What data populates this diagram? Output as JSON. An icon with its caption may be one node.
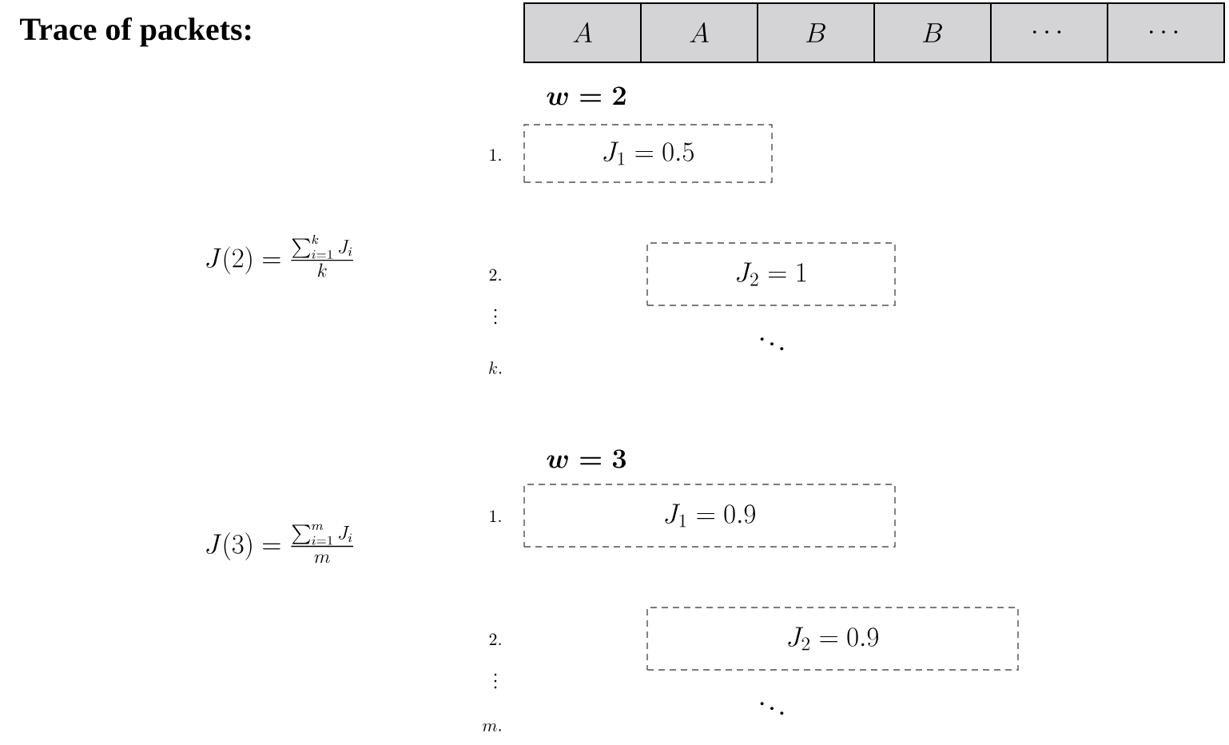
{
  "diagram": {
    "title": "Trace of packets:",
    "nodes": [
      {
        "text": [
          "A"
        ]
      },
      {
        "text": [
          "A"
        ]
      },
      {
        "text": [
          "B"
        ]
      },
      {
        "text": [
          "B"
        ]
      },
      {
        "text": [
          "\\cdots"
        ]
      },
      {
        "text": [
          "\\cdots"
        ]
      },
      {
        "text": [
          "J_1 = 0.5"
        ]
      },
      {
        "text": [
          "J_2 = 1"
        ]
      },
      {
        "text": [
          "J_1 = 0.9"
        ]
      },
      {
        "text": [
          "J_2 = 0.9"
        ]
      }
    ],
    "labels": [
      "\\boldsymbol{w=2}",
      "1.",
      "J(2) = \\frac{\\sum_{i=1}^{k} J_i}{k}",
      "2.",
      "\\vdots",
      "k.",
      "\\ddots",
      "\\boldsymbol{w=3}",
      "1.",
      "J(3) = \\frac{\\sum_{i=1}^{m} J_i}{m}",
      "2.",
      "\\vdots",
      "m.",
      "\\ddots"
    ]
  }
}
